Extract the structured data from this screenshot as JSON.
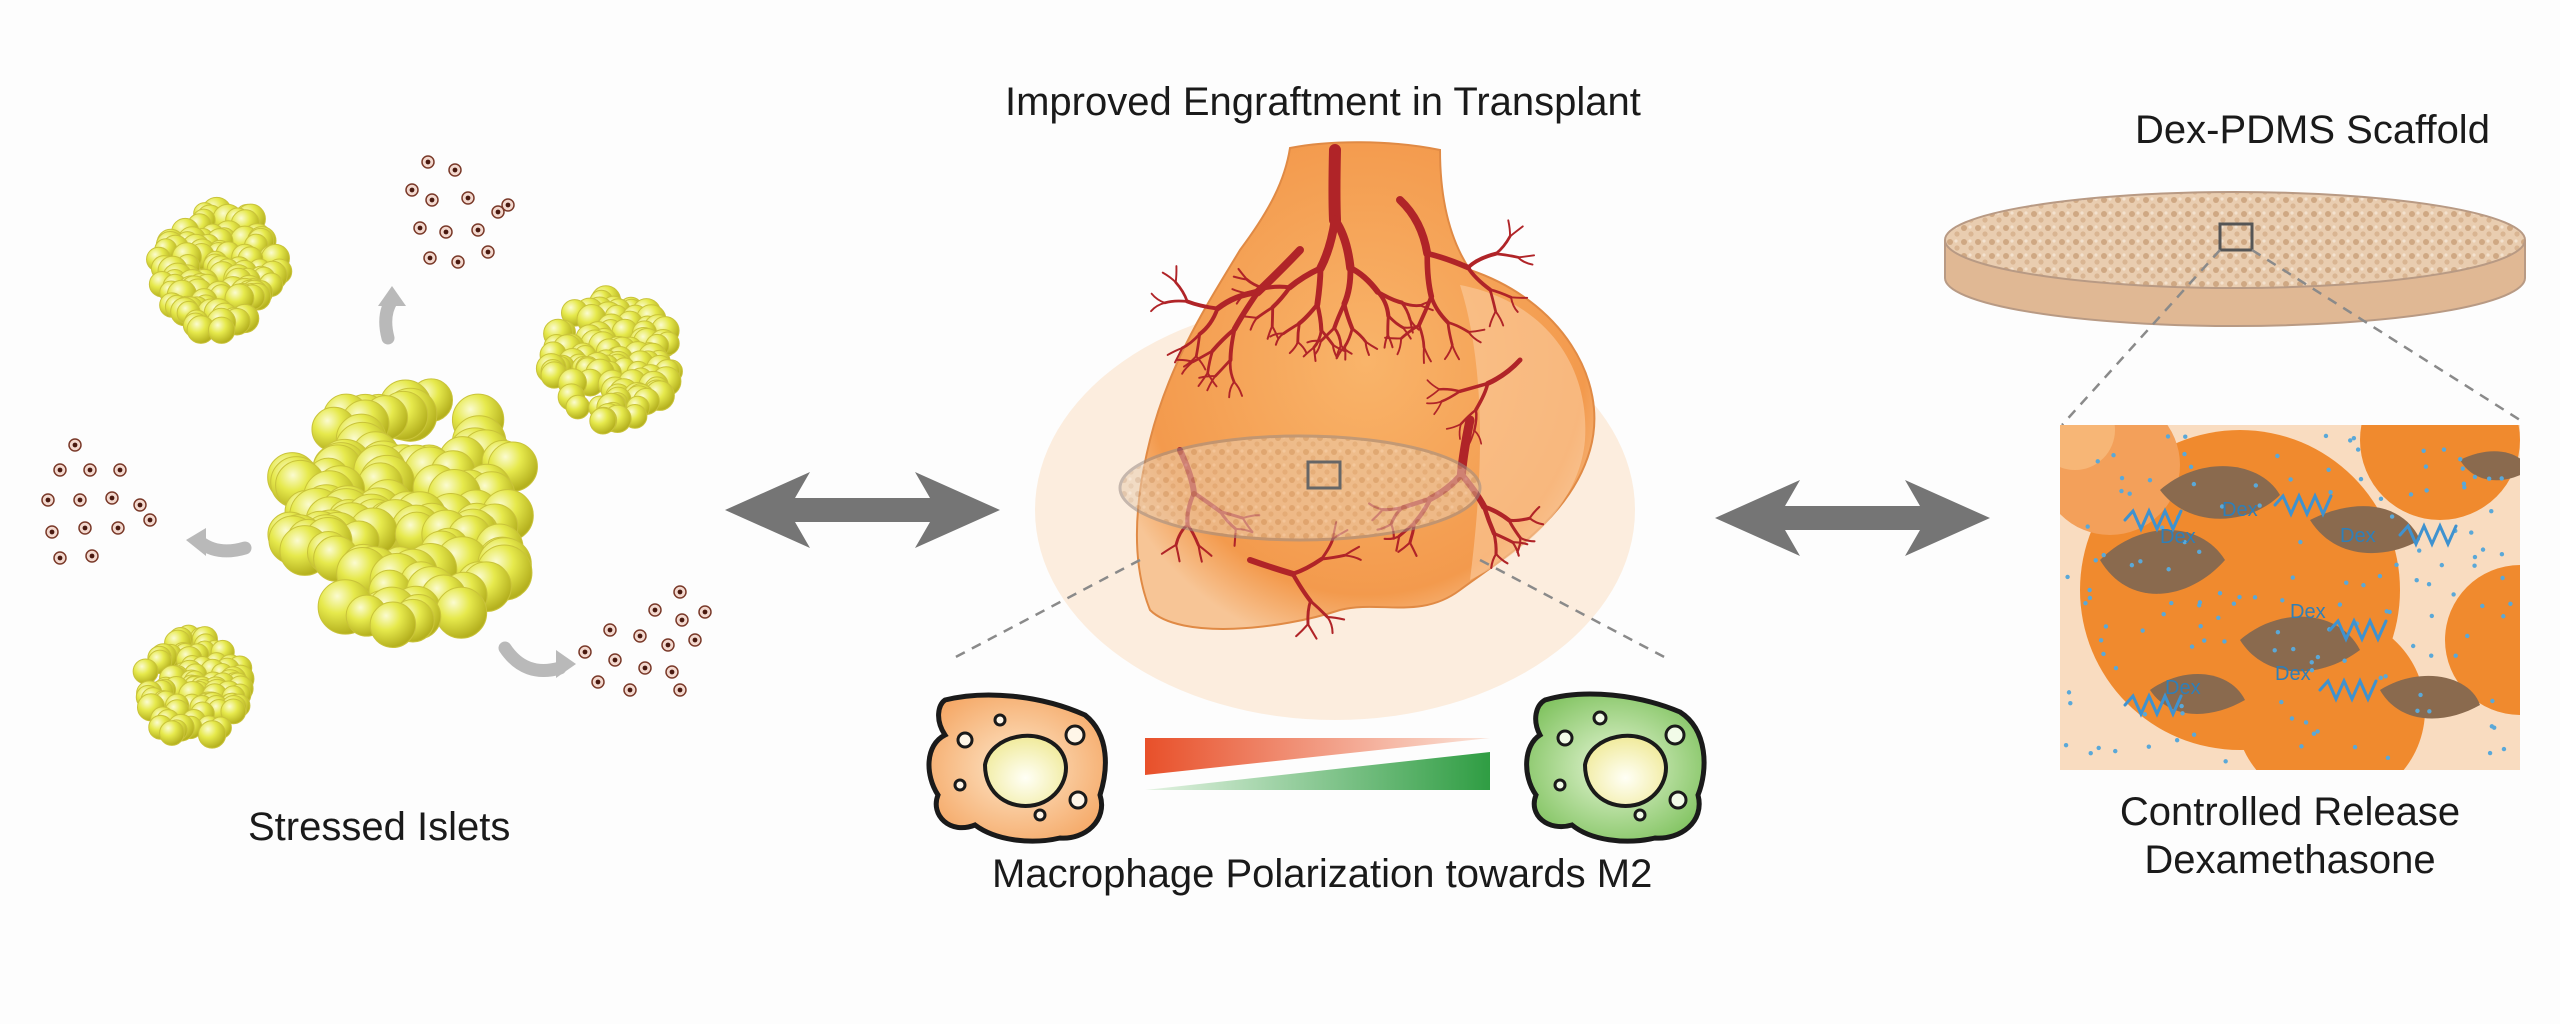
{
  "title": "Improved Engraftment in Transplant",
  "panels": {
    "islets": {
      "label": "Stressed Islets"
    },
    "scaffold": {
      "label": "Dex-PDMS Scaffold"
    },
    "release": {
      "line1": "Controlled Release",
      "line2": "Dexamethasone"
    },
    "macrophage": {
      "label": "Macrophage Polarization towards M2"
    }
  },
  "drug_tag": "Dex",
  "colors": {
    "islet": "#e3e64a",
    "tissue": "#f6a35a",
    "vessel": "#b3272a",
    "macrophage_m1": "#f8be83",
    "macrophage_m2": "#8ecb6e",
    "gradient_red": "#e8502a",
    "gradient_green": "#3aa24b",
    "scaffold": "#e9c9a8",
    "dex": "#3f92cf",
    "arrow": "#7a7a7a"
  },
  "icons": [
    "double-arrow-icon",
    "curved-arrow-icon",
    "magnify-box-icon"
  ]
}
